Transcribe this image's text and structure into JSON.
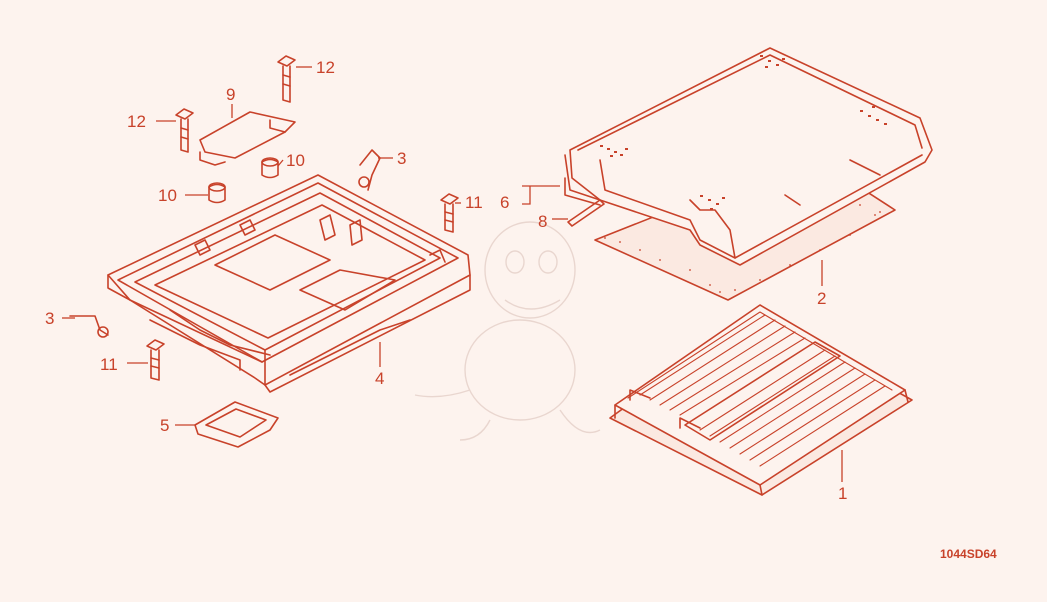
{
  "diagram": {
    "callouts": [
      {
        "id": "1",
        "label": "1"
      },
      {
        "id": "2",
        "label": "2"
      },
      {
        "id": "3a",
        "label": "3"
      },
      {
        "id": "3b",
        "label": "3"
      },
      {
        "id": "4",
        "label": "4"
      },
      {
        "id": "5",
        "label": "5"
      },
      {
        "id": "6",
        "label": "6"
      },
      {
        "id": "8",
        "label": "8"
      },
      {
        "id": "9",
        "label": "9"
      },
      {
        "id": "10a",
        "label": "10"
      },
      {
        "id": "10b",
        "label": "10"
      },
      {
        "id": "11a",
        "label": "11"
      },
      {
        "id": "11b",
        "label": "11"
      },
      {
        "id": "12a",
        "label": "12"
      },
      {
        "id": "12b",
        "label": "12"
      }
    ],
    "drawing_code": "1044SD64",
    "colors": {
      "line": "#c8422a",
      "background": "#fdf3ee",
      "watermark": "#e9d6cf"
    }
  }
}
